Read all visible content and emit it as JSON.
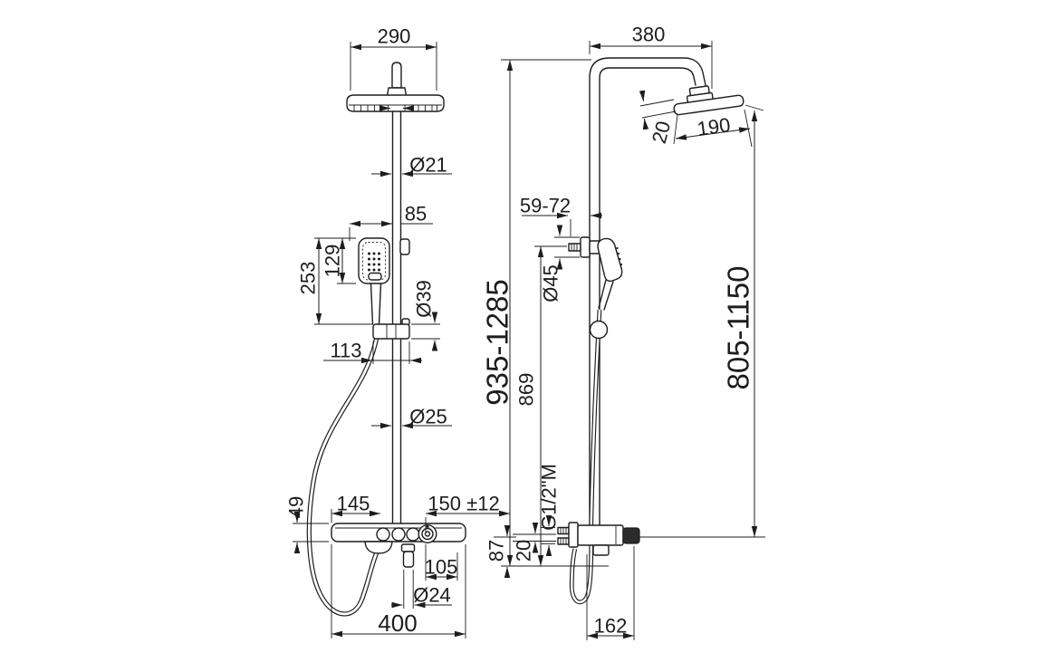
{
  "drawing": {
    "background": "#ffffff",
    "line_color": "#1d1d1b",
    "knob_fill": "#2b2b2b",
    "front_view": {
      "head_width": "290",
      "riser_diameter": "Ø21",
      "handset_to_riser": "85",
      "handset_length": "129",
      "handset_assembly": "253",
      "slider_diameter": "Ø39",
      "slider_width": "113",
      "lower_riser_diameter": "Ø25",
      "shelf_thickness": "49",
      "left_to_riser": "145",
      "riser_to_supply": "150 ±12",
      "outlet_spacing": "105",
      "outlet_diameter": "Ø24",
      "shelf_width": "400"
    },
    "side_view": {
      "arm_projection": "380",
      "head_thickness": "20",
      "head_diameter": "190",
      "wall_to_riser": "59-72",
      "overall_height": "935-1285",
      "head_height": "805-1150",
      "bracket_diameter": "Ø45",
      "riser_height": "869",
      "connection_thread": "G1/2\"M",
      "supply_height": "87",
      "supply_offset": "20",
      "body_depth": "162"
    }
  }
}
